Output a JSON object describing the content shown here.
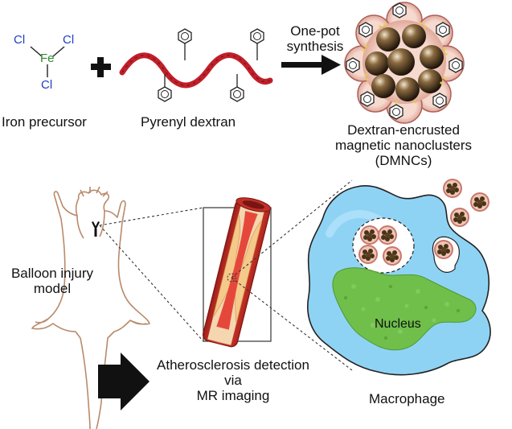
{
  "reaction": {
    "chloride_label": "Cl",
    "iron_label": "Fe",
    "iron_precursor_label": "Iron precursor",
    "pyrenyl_dextran_label": "Pyrenyl dextran",
    "process_label_line1": "One-pot",
    "process_label_line2": "synthesis",
    "product_label_line1": "Dextran-encrusted",
    "product_label_line2": "magnetic nanoclusters",
    "product_label_line3": "(DMNCs)"
  },
  "model": {
    "model_label_line1": "Balloon injury",
    "model_label_line2": "model",
    "detection_label_line1": "Atherosclerosis detection",
    "detection_label_line2": "via",
    "detection_label_line3": "MR imaging"
  },
  "cell": {
    "nucleus_label": "Nucleus",
    "macrophage_label": "Macrophage"
  },
  "colors": {
    "chloride": "#1f3fbf",
    "iron": "#2e8b2e",
    "dextran_red": "#c0202a",
    "nanoparticle": "#3a2a18",
    "cell_blue": "#8fd3f4",
    "nucleus_green": "#6fbf4a",
    "vessel_red": "#d8483a",
    "plaque": "#f4c98a",
    "rat_outline": "#b98a6a"
  },
  "icons": [
    "plus-icon",
    "arrow-right-icon",
    "block-arrow-icon",
    "benzene-ring-icon",
    "nanocluster-icon",
    "rat-outline-icon",
    "blood-vessel-icon",
    "macrophage-cell-icon"
  ]
}
